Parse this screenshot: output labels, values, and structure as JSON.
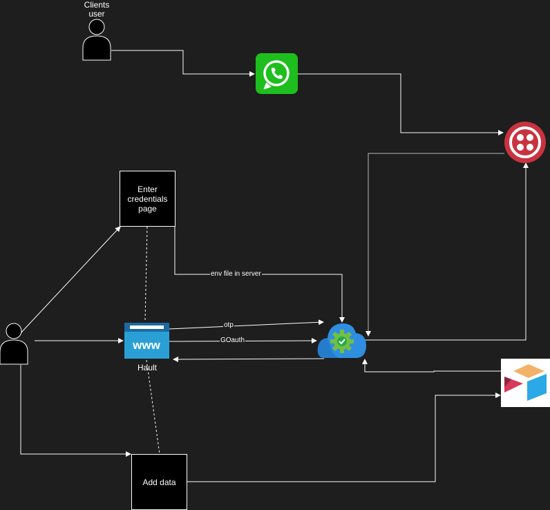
{
  "nodes": {
    "clients_user": {
      "label": "Clients\nuser"
    },
    "credentials_page": {
      "label": "Enter\ncredentials\npage"
    },
    "hault": {
      "label": "Hault",
      "icon": "www-browser-icon",
      "icon_text": "www"
    },
    "add_data": {
      "label": "Add data"
    },
    "whatsapp": {
      "icon": "whatsapp-icon"
    },
    "twilio": {
      "icon": "twilio-icon"
    },
    "cloud_server": {
      "icon": "cloud-gear-icon"
    },
    "airtable": {
      "icon": "airtable-icon"
    },
    "user": {
      "icon": "person-icon"
    }
  },
  "edges": {
    "env": {
      "label": "env file in server"
    },
    "otp": {
      "label": "otp"
    },
    "goauth": {
      "label": "GOauth"
    }
  },
  "colors": {
    "background": "#1e1e1e",
    "line": "#ffffff",
    "whatsapp": "#1ebe1e",
    "twilio": "#c8333f",
    "cloud": "#2f8ee0",
    "gear": "#72c040",
    "www": "#2a9fd6",
    "airtable_yellow": "#f3b26a",
    "airtable_blue": "#2ba9e6",
    "airtable_red": "#d8385a"
  }
}
